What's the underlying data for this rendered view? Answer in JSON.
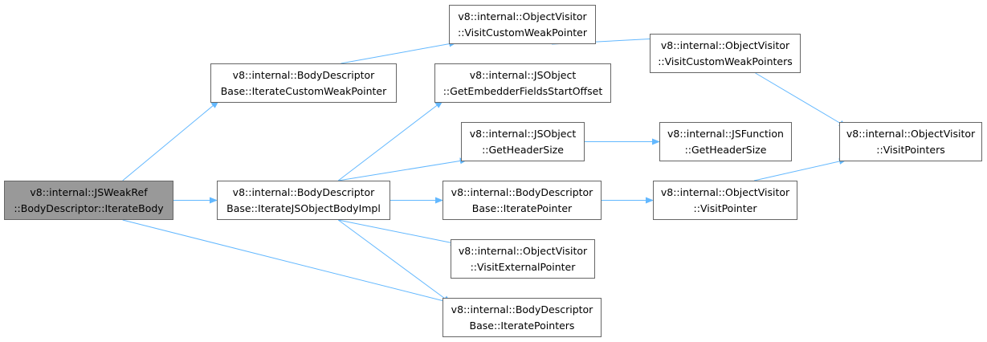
{
  "colors": {
    "edge": "#63b8ff",
    "node_border": "#666666",
    "root_fill": "#999999",
    "node_fill": "#ffffff"
  },
  "nodes": {
    "jsweakref_iteratebody": {
      "line1": "v8::internal::JSWeakRef",
      "line2": "::BodyDescriptor::IterateBody"
    },
    "iterate_custom_weak_pointer": {
      "line1": "v8::internal::BodyDescriptor",
      "line2": "Base::IterateCustomWeakPointer"
    },
    "iterate_jsobject_body_impl": {
      "line1": "v8::internal::BodyDescriptor",
      "line2": "Base::IterateJSObjectBodyImpl"
    },
    "visit_custom_weak_pointer": {
      "line1": "v8::internal::ObjectVisitor",
      "line2": "::VisitCustomWeakPointer"
    },
    "get_embedder_fields_start_offset": {
      "line1": "v8::internal::JSObject",
      "line2": "::GetEmbedderFieldsStartOffset"
    },
    "jsobject_get_header_size": {
      "line1": "v8::internal::JSObject",
      "line2": "::GetHeaderSize"
    },
    "iterate_pointer": {
      "line1": "v8::internal::BodyDescriptor",
      "line2": "Base::IteratePointer"
    },
    "visit_external_pointer": {
      "line1": "v8::internal::ObjectVisitor",
      "line2": "::VisitExternalPointer"
    },
    "iterate_pointers": {
      "line1": "v8::internal::BodyDescriptor",
      "line2": "Base::IteratePointers"
    },
    "visit_custom_weak_pointers": {
      "line1": "v8::internal::ObjectVisitor",
      "line2": "::VisitCustomWeakPointers"
    },
    "jsfunction_get_header_size": {
      "line1": "v8::internal::JSFunction",
      "line2": "::GetHeaderSize"
    },
    "visit_pointer": {
      "line1": "v8::internal::ObjectVisitor",
      "line2": "::VisitPointer"
    },
    "visit_pointers": {
      "line1": "v8::internal::ObjectVisitor",
      "line2": "::VisitPointers"
    }
  },
  "edges": [
    [
      "jsweakref_iteratebody",
      "iterate_custom_weak_pointer"
    ],
    [
      "jsweakref_iteratebody",
      "iterate_jsobject_body_impl"
    ],
    [
      "jsweakref_iteratebody",
      "iterate_pointers"
    ],
    [
      "iterate_custom_weak_pointer",
      "visit_custom_weak_pointer"
    ],
    [
      "visit_custom_weak_pointer",
      "visit_custom_weak_pointers"
    ],
    [
      "visit_custom_weak_pointers",
      "visit_pointers"
    ],
    [
      "iterate_jsobject_body_impl",
      "get_embedder_fields_start_offset"
    ],
    [
      "iterate_jsobject_body_impl",
      "jsobject_get_header_size"
    ],
    [
      "iterate_jsobject_body_impl",
      "iterate_pointer"
    ],
    [
      "iterate_jsobject_body_impl",
      "visit_external_pointer"
    ],
    [
      "iterate_jsobject_body_impl",
      "iterate_pointers"
    ],
    [
      "jsobject_get_header_size",
      "jsfunction_get_header_size"
    ],
    [
      "iterate_pointer",
      "visit_pointer"
    ],
    [
      "visit_pointer",
      "visit_pointers"
    ]
  ]
}
